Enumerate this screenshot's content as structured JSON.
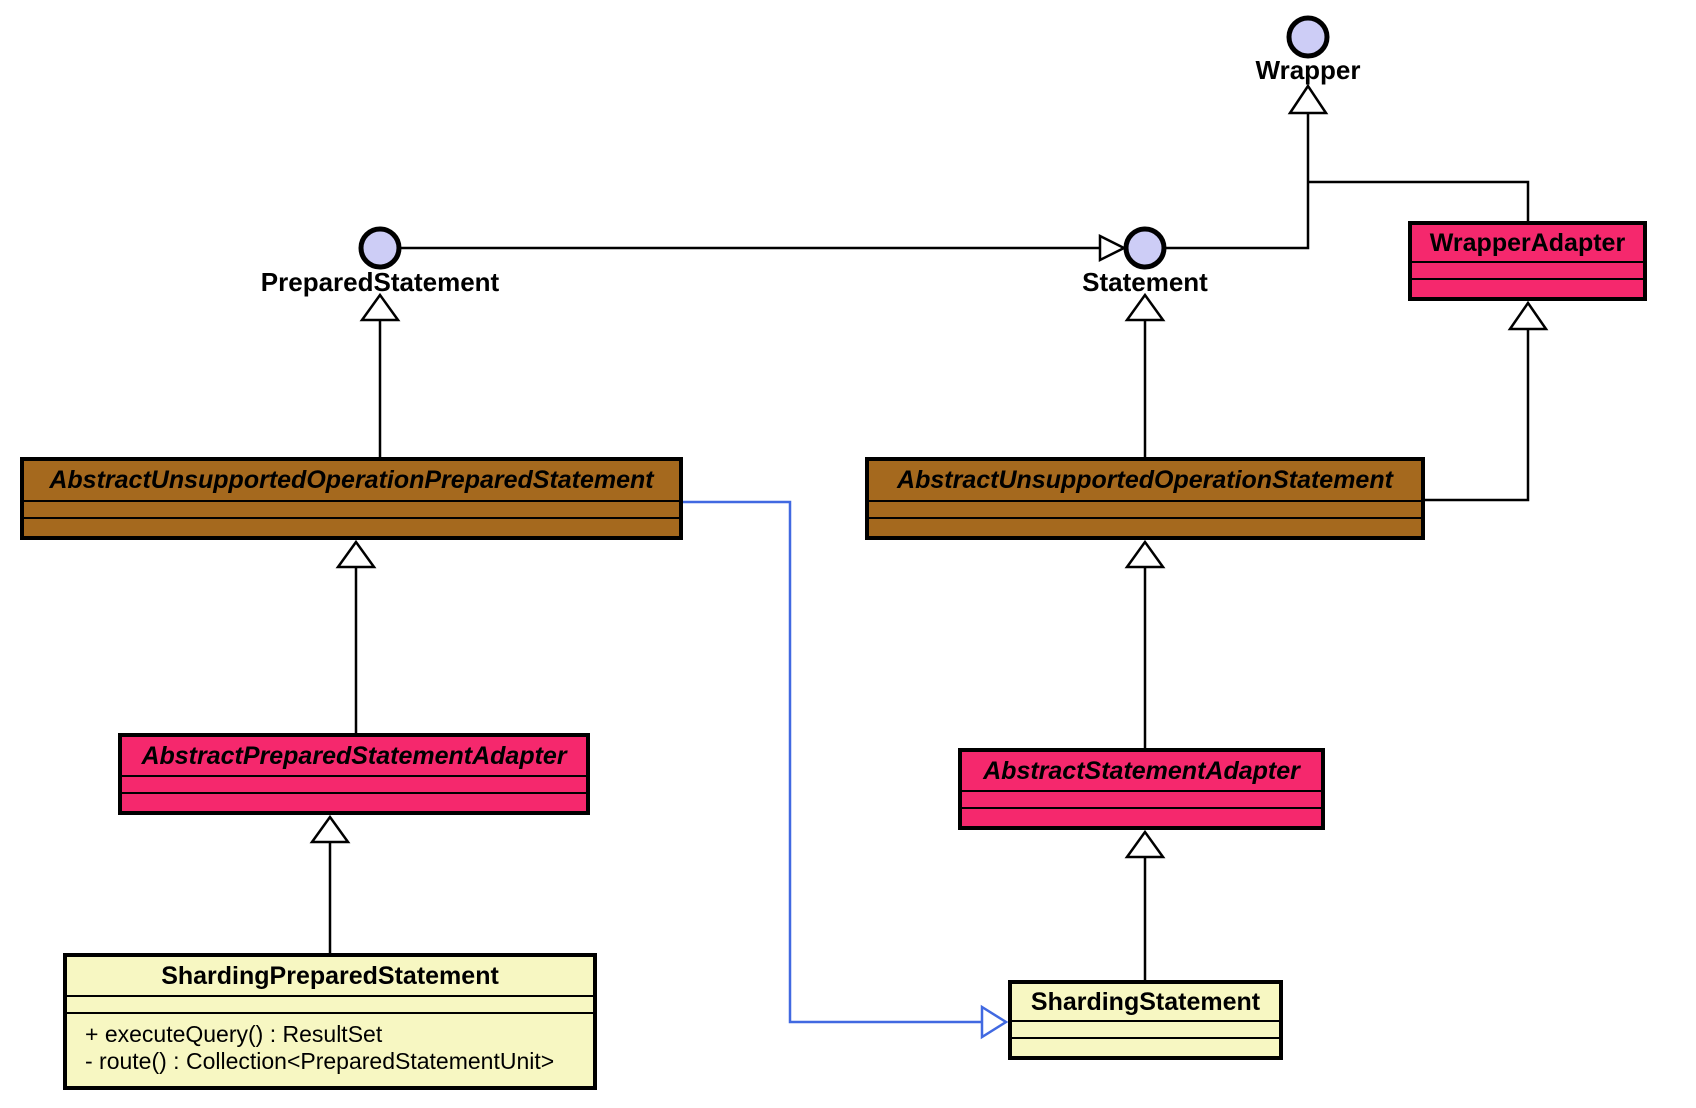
{
  "colors": {
    "background": "#FFFFFF",
    "edge_color": "#000000",
    "highlight_edge_color": "#4169E1",
    "interface_fill": "#CDCDF6",
    "abstract_class_fill": "#A5691E",
    "adapter_class_fill": "#F5286D",
    "concrete_class_fill": "#F7F7C2"
  },
  "nodes": {
    "wrapper": {
      "label": "Wrapper"
    },
    "preparedStatement": {
      "label": "PreparedStatement"
    },
    "statement": {
      "label": "Statement"
    },
    "wrapperAdapter": {
      "title": "WrapperAdapter"
    },
    "absUnsupportedPrepared": {
      "title": "AbstractUnsupportedOperationPreparedStatement"
    },
    "absUnsupportedStatement": {
      "title": "AbstractUnsupportedOperationStatement"
    },
    "absPreparedAdapter": {
      "title": "AbstractPreparedStatementAdapter"
    },
    "absStatementAdapter": {
      "title": "AbstractStatementAdapter"
    },
    "shardingPrepared": {
      "title": "ShardingPreparedStatement",
      "methods": [
        "+ executeQuery() : ResultSet",
        "- route() : Collection<PreparedStatementUnit>"
      ]
    },
    "shardingStatement": {
      "title": "ShardingStatement"
    }
  }
}
